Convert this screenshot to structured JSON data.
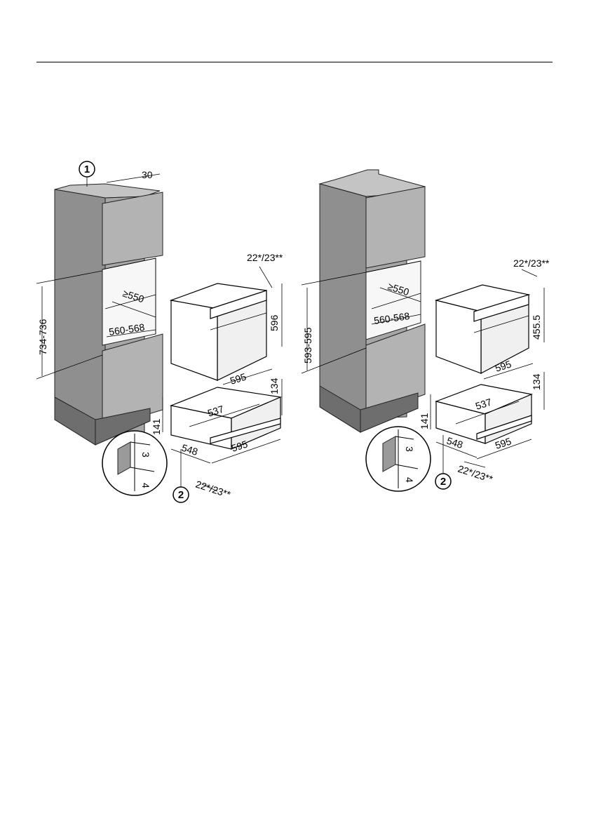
{
  "diagrams": [
    {
      "callout_1": "1",
      "callout_2": "2",
      "dims": {
        "d30": "30",
        "d734": "734-736",
        "d550": "≥550",
        "d560": "560-568",
        "d22a": "22*/23**",
        "d596": "596",
        "d595a": "595",
        "d134": "134",
        "d537": "537",
        "d141": "141",
        "d548": "548",
        "d595b": "595",
        "d22b": "22*/23**",
        "d3": "3",
        "d4": "4"
      }
    },
    {
      "callout_2": "2",
      "dims": {
        "d593": "593-595",
        "d550": "≥550",
        "d560": "560-568",
        "d22a": "22*/23**",
        "d455": "455.5",
        "d595a": "595",
        "d134": "134",
        "d537": "537",
        "d141": "141",
        "d548": "548",
        "d595b": "595",
        "d22b": "22*/23**",
        "d3": "3",
        "d4": "4"
      }
    }
  ]
}
